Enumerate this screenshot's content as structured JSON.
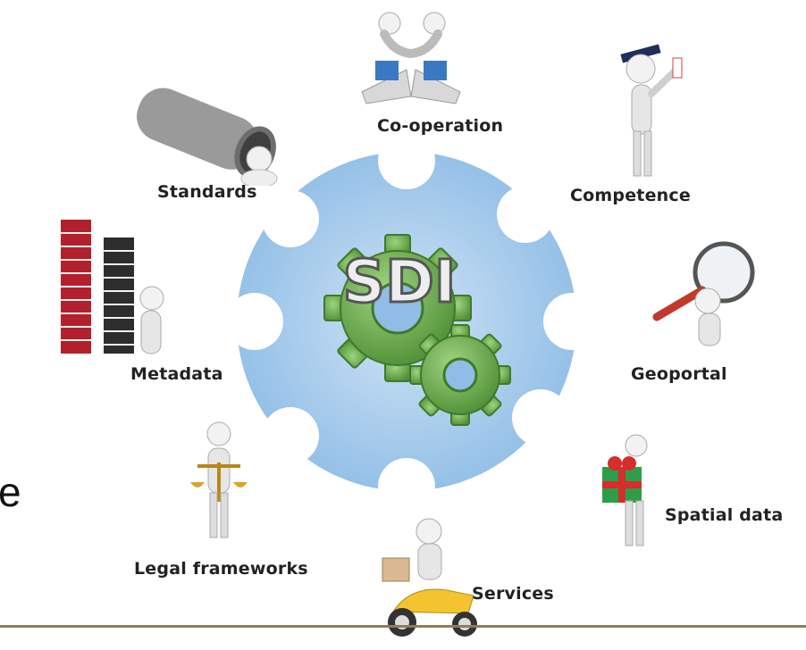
{
  "diagram": {
    "center_label": "SDI",
    "nodes": [
      {
        "label": "Co-operation",
        "icon": "handshake-icon"
      },
      {
        "label": "Competence",
        "icon": "graduate-figure-icon"
      },
      {
        "label": "Geoportal",
        "icon": "magnifier-figure-icon"
      },
      {
        "label": "Spatial data",
        "icon": "gift-figure-icon"
      },
      {
        "label": "Services",
        "icon": "scooter-courier-icon"
      },
      {
        "label": "Legal frameworks",
        "icon": "scales-figure-icon"
      },
      {
        "label": "Metadata",
        "icon": "book-stacks-figure-icon"
      },
      {
        "label": "Standards",
        "icon": "pipe-figure-icon"
      }
    ]
  },
  "edge_text": "e",
  "colors": {
    "hub_fill": "#9fc7ea",
    "gear_green": "#6aa84f",
    "gear_dark": "#3f7a2c",
    "rule": "#8a7f58"
  }
}
